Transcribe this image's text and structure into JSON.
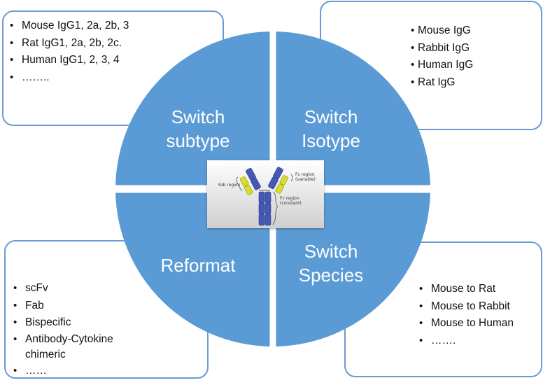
{
  "colors": {
    "quadrant_fill": "#5b9bd5",
    "box_border": "#6a9bd3",
    "heavy_chain": "#4458b5",
    "light_chain": "#d8dc2c"
  },
  "quadrants": {
    "subtype": {
      "line1": "Switch",
      "line2": "subtype"
    },
    "isotype": {
      "line1": "Switch",
      "line2": "Isotype"
    },
    "reformat": {
      "line1": "Reformat"
    },
    "species": {
      "line1": "Switch",
      "line2": "Species"
    }
  },
  "boxes": {
    "subtype": [
      "Mouse IgG1, 2a, 2b, 3",
      "Rat IgG1, 2a, 2b, 2c.",
      "Human IgG1, 2, 3, 4",
      "…….."
    ],
    "isotype": [
      "Mouse IgG",
      "Rabbit IgG",
      "Human IgG",
      "Rat IgG"
    ],
    "reformat": [
      "scFv",
      "Fab",
      "Bispecific",
      "Antibody-Cytokine chimeric",
      "……"
    ],
    "species": [
      "Mouse to Rat",
      "Mouse to Rabbit",
      "Mouse to Human",
      "……."
    ]
  },
  "antibody_figure": {
    "fab_label": "Fab region",
    "fc_variable_label_1": "Fc region",
    "fc_variable_label_2": "(variable)",
    "fc_constant_label_1": "Fc region",
    "fc_constant_label_2": "(constant)",
    "icon": "antibody-structure-icon"
  }
}
